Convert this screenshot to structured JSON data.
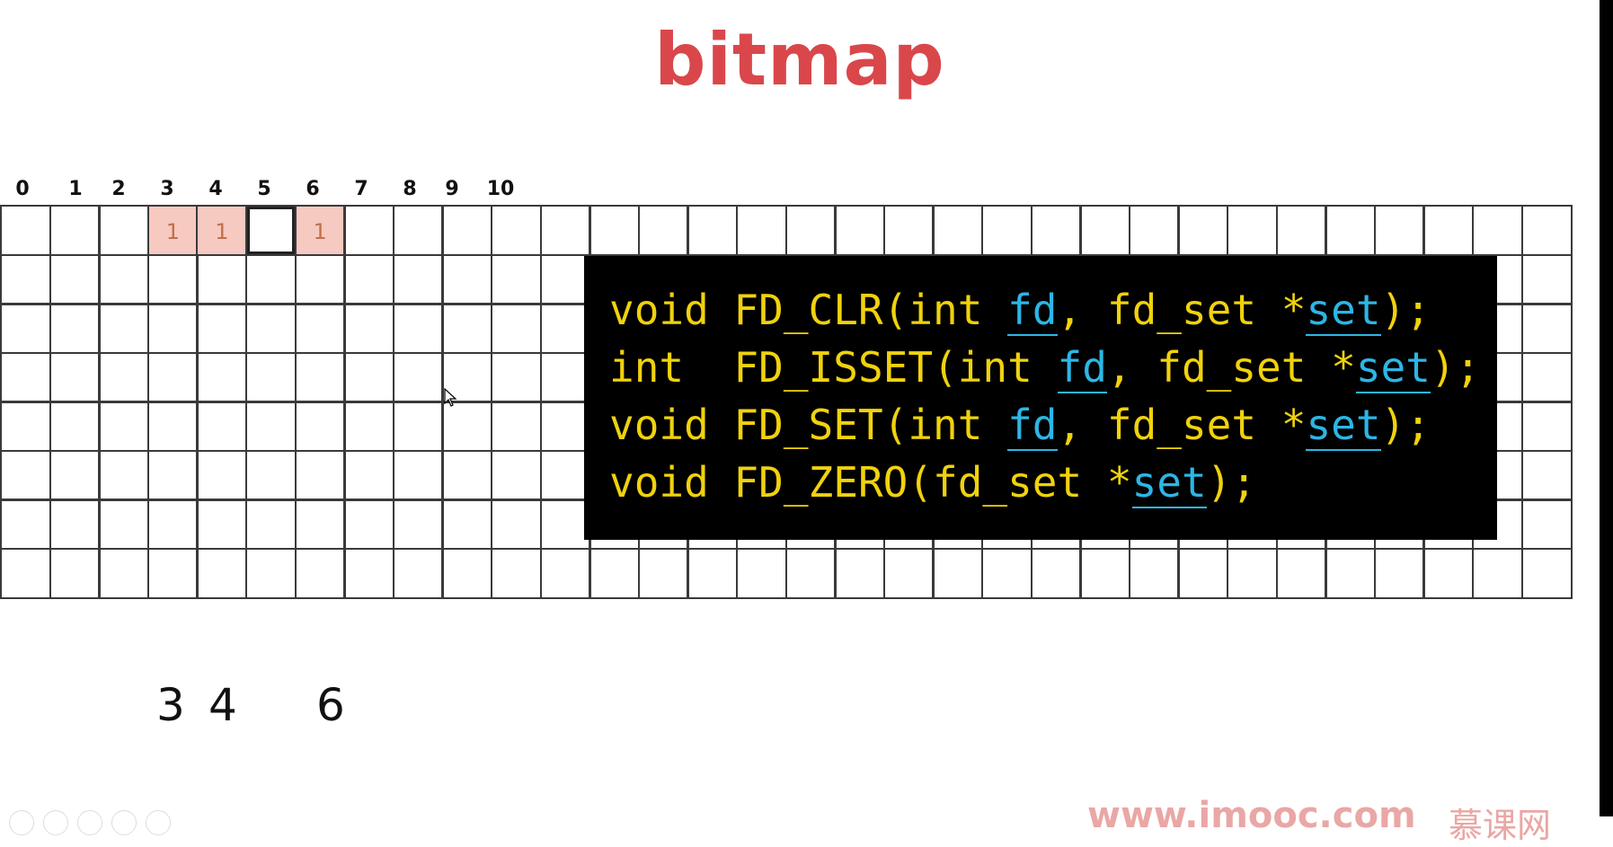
{
  "title": "bitmap",
  "column_labels": [
    "0",
    "1",
    "2",
    "3",
    "4",
    "5",
    "6",
    "7",
    "8",
    "9",
    "10"
  ],
  "bitmap": {
    "set_cells": [
      "1",
      "1",
      "1"
    ]
  },
  "code": {
    "lines": [
      {
        "prefix": "void FD_CLR(int ",
        "a": "fd",
        "mid": ", fd_set *",
        "b": "set",
        "suffix": ");"
      },
      {
        "prefix": "int  FD_ISSET(int ",
        "a": "fd",
        "mid": ", fd_set *",
        "b": "set",
        "suffix": ");"
      },
      {
        "prefix": "void FD_SET(int ",
        "a": "fd",
        "mid": ", fd_set *",
        "b": "set",
        "suffix": ");"
      },
      {
        "prefix": "void FD_ZERO(fd_set *",
        "a": "set",
        "mid": "",
        "b": "",
        "suffix": ");"
      }
    ]
  },
  "bottom_numbers": [
    "3",
    "4",
    "6"
  ],
  "watermark": {
    "site": "www.imooc.com",
    "logo": "慕课网"
  },
  "colors": {
    "title": "#d9474b",
    "code_text": "#f0d20c",
    "code_ident": "#2cb6e6",
    "code_bg": "#000000",
    "set_cell": "#f6c9c1"
  }
}
